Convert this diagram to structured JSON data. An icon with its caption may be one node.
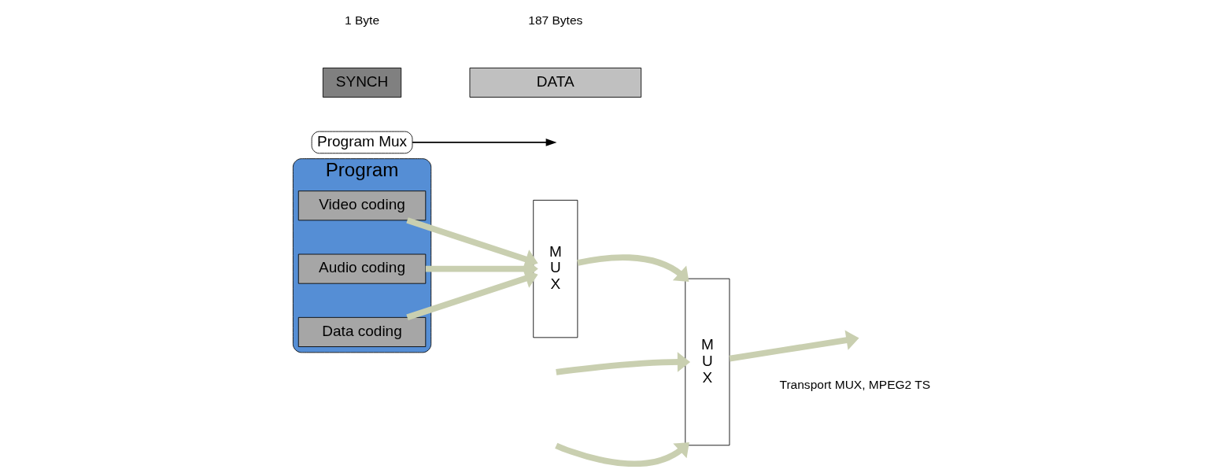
{
  "diagram": {
    "nodes": [
      {
        "text": [
          "Program"
        ]
      },
      {
        "text": [
          "Video coding"
        ],
        "in": 0
      },
      {
        "text": [
          "Audio coding"
        ],
        "in": 0
      },
      {
        "text": [
          "Data coding"
        ],
        "in": 0
      },
      {
        "text": [
          "M U X"
        ]
      },
      {
        "text": [
          "M U X"
        ]
      },
      {
        "text": [
          "Program Mux"
        ]
      },
      {
        "text": [
          "SYNCH"
        ]
      },
      {
        "text": [
          "DATA"
        ]
      }
    ],
    "edges": [
      {
        "from": 1,
        "to": 4,
        "arrow": "to"
      },
      {
        "from": 2,
        "to": 4,
        "arrow": "to"
      },
      {
        "from": 3,
        "to": 4,
        "arrow": "to"
      },
      {
        "from": 4,
        "to": 5,
        "arrow": "to"
      },
      {
        "from": null,
        "to": 5,
        "arrow": "to"
      },
      {
        "from": null,
        "to": 5,
        "arrow": "to"
      },
      {
        "from": 5,
        "to": null,
        "arrow": "to"
      },
      {
        "from": 6,
        "to": null,
        "arrow": "to",
        "color": "#000000"
      }
    ],
    "labels": [
      "1 Byte",
      "187 Bytes",
      "Transport MUX, MPEG2 TS"
    ]
  }
}
